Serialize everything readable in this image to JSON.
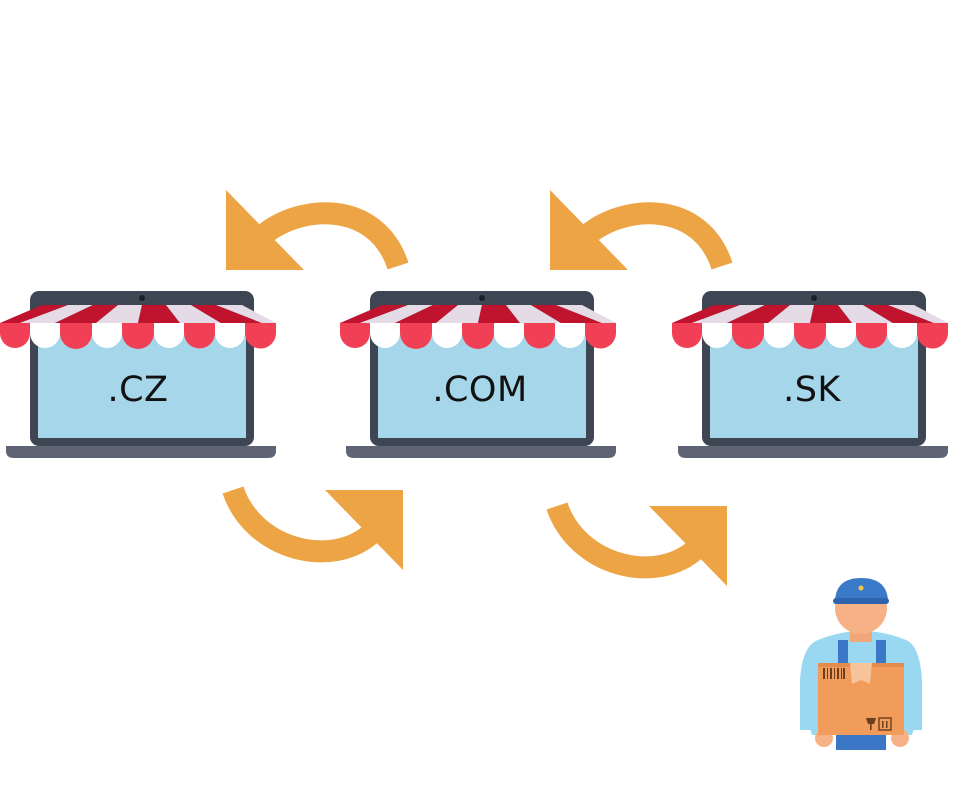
{
  "stores": [
    {
      "label": ".CZ"
    },
    {
      "label": ".COM"
    },
    {
      "label": ".SK"
    }
  ],
  "colors": {
    "arrow": "#eca445",
    "screen": "#a5d6ea",
    "laptop_frame": "#3e4553",
    "laptop_base": "#5f6575",
    "awning_red_dark": "#c0132e",
    "awning_red_light": "#f14056",
    "awning_stripe": "#e4dbe6",
    "courier_shirt": "#9ad8f1",
    "courier_overalls": "#3c77c7",
    "courier_cap": "#3a7ac8",
    "courier_skin": "#f6b286",
    "box": "#f29c5c"
  },
  "icons": [
    "exchange-arrow-icon",
    "storefront-laptop-icon",
    "courier-icon",
    "package-box-icon"
  ]
}
